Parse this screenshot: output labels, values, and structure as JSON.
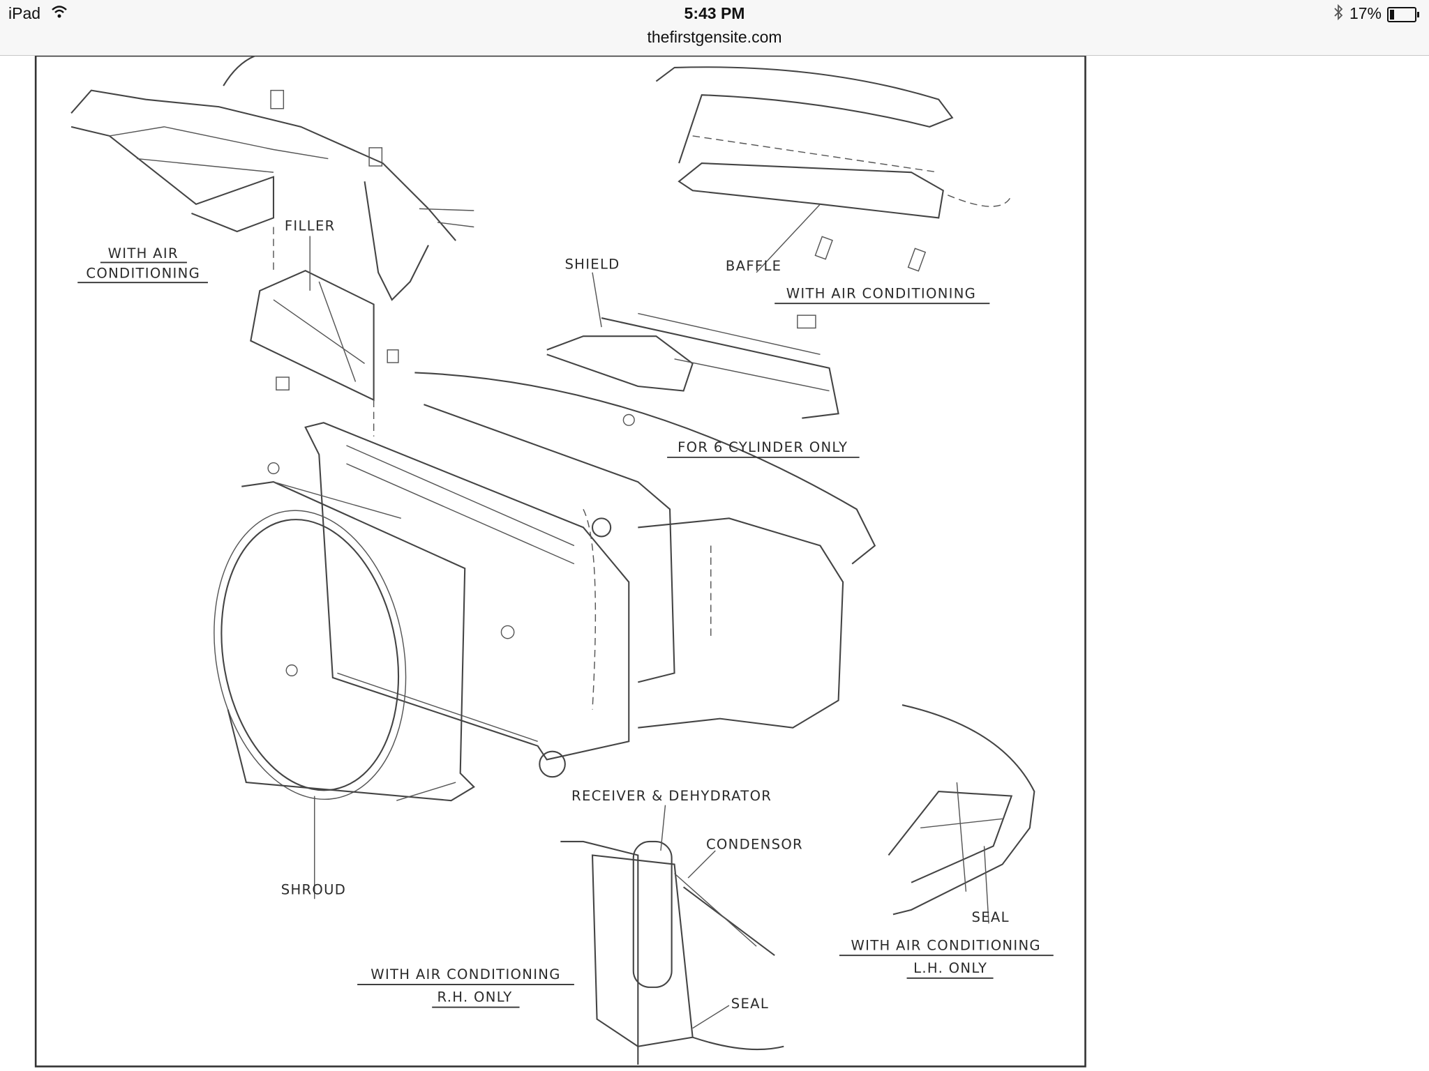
{
  "status_bar": {
    "device": "iPad",
    "time": "5:43 PM",
    "battery_percent_label": "17%",
    "battery_level": 0.17,
    "icons": [
      "wifi-icon",
      "bluetooth-icon",
      "battery-icon"
    ]
  },
  "browser": {
    "url": "thefirstgensite.com"
  },
  "diagram": {
    "labels": {
      "with_ac_top_left_1": "WITH AIR",
      "with_ac_top_left_2": "CONDITIONING",
      "filler": "FILLER",
      "shield": "SHIELD",
      "baffle": "BAFFLE",
      "with_ac_top_right": "WITH AIR CONDITIONING",
      "six_cyl": "FOR 6 CYLINDER ONLY",
      "receiver": "RECEIVER & DEHYDRATOR",
      "condensor": "CONDENSOR",
      "shroud": "SHROUD",
      "seal_lh": "SEAL",
      "with_ac_lh_1": "WITH AIR CONDITIONING",
      "with_ac_lh_2": "L.H. ONLY",
      "with_ac_rh_1": "WITH AIR CONDITIONING",
      "with_ac_rh_2": "R.H. ONLY",
      "seal_rh": "SEAL"
    }
  }
}
